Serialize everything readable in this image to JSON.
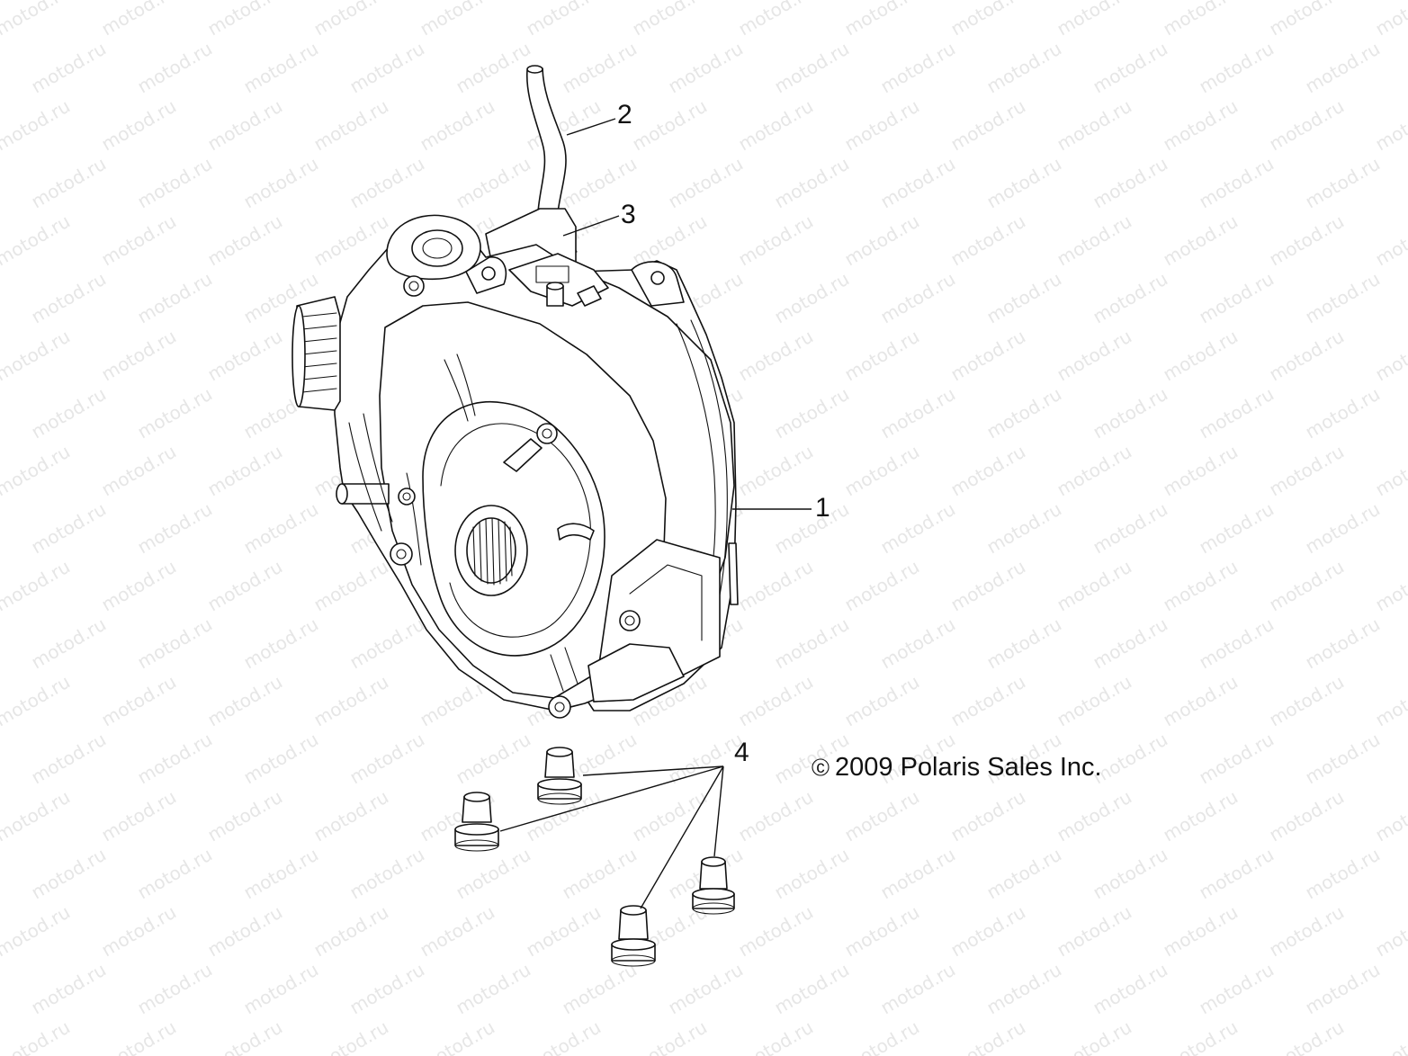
{
  "watermark": "motod.ru",
  "copyright": {
    "symbol": "c",
    "text": "2009 Polaris Sales Inc."
  },
  "callouts": [
    {
      "id": "1",
      "label": "1"
    },
    {
      "id": "2",
      "label": "2"
    },
    {
      "id": "3",
      "label": "3"
    },
    {
      "id": "4",
      "label": "4"
    }
  ],
  "colors": {
    "ink": "#111111",
    "watermark": "#e6e6e6",
    "background": "#ffffff"
  }
}
